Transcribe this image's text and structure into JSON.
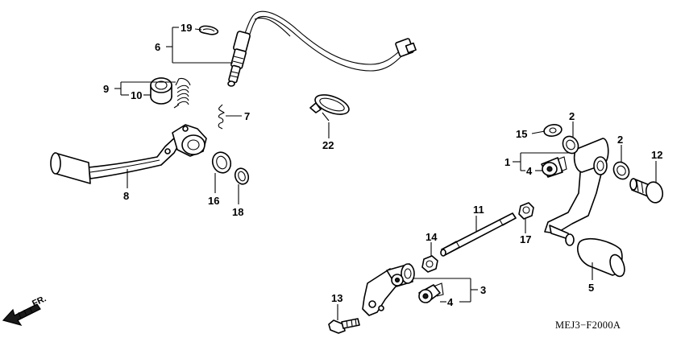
{
  "diagram_code": "MEJ3−F2000A",
  "direction_label": "FR.",
  "callouts": [
    {
      "id": "c1",
      "label": "1"
    },
    {
      "id": "c2a",
      "label": "2"
    },
    {
      "id": "c2b",
      "label": "2"
    },
    {
      "id": "c3",
      "label": "3"
    },
    {
      "id": "c4a",
      "label": "4"
    },
    {
      "id": "c4b",
      "label": "4"
    },
    {
      "id": "c5",
      "label": "5"
    },
    {
      "id": "c6",
      "label": "6"
    },
    {
      "id": "c7",
      "label": "7"
    },
    {
      "id": "c8",
      "label": "8"
    },
    {
      "id": "c9",
      "label": "9"
    },
    {
      "id": "c10",
      "label": "10"
    },
    {
      "id": "c11",
      "label": "11"
    },
    {
      "id": "c12",
      "label": "12"
    },
    {
      "id": "c13",
      "label": "13"
    },
    {
      "id": "c14",
      "label": "14"
    },
    {
      "id": "c15",
      "label": "15"
    },
    {
      "id": "c16",
      "label": "16"
    },
    {
      "id": "c17",
      "label": "17"
    },
    {
      "id": "c18",
      "label": "18"
    },
    {
      "id": "c19",
      "label": "19"
    },
    {
      "id": "c22",
      "label": "22"
    }
  ]
}
